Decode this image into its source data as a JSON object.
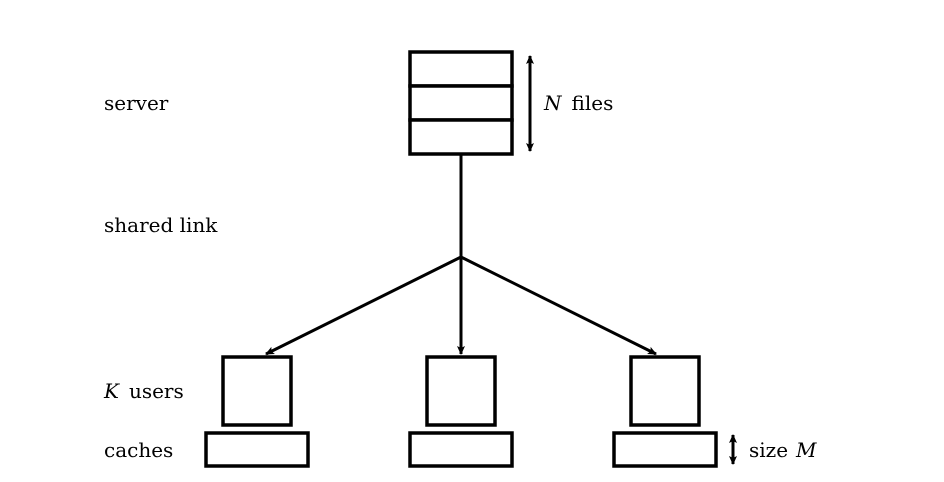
{
  "labels": {
    "server": "server",
    "shared_link": "shared link",
    "users_var": "K",
    "users_word": "users",
    "caches": "caches",
    "files_var": "N",
    "files_word": "files",
    "size_word": "size",
    "size_var": "M"
  },
  "colors": {
    "stroke": "#000000",
    "background": "#ffffff"
  }
}
